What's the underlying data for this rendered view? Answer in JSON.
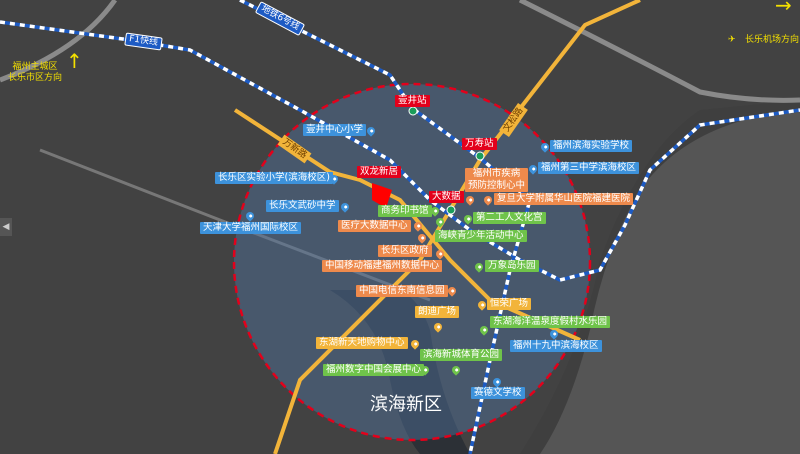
{
  "district": "滨海新区",
  "directions": {
    "main_city": [
      "福州主城区",
      "长乐市区方向"
    ],
    "airport": "长乐机场方向"
  },
  "transit_lines": {
    "f1": "F1快线",
    "metro6": "地铁6号线"
  },
  "roads": {
    "wanxin": "万新路",
    "wensong": "文松路"
  },
  "stations": {
    "yijing": "壹井站",
    "wanshou": "万寿站",
    "shuanglong": "双龙新居",
    "dashuju": "大数据"
  },
  "schools": [
    "壹井中心小学",
    "长乐区实验小学(滨海校区)",
    "长乐文武砂中学",
    "天津大学福州国际校区",
    "福州滨海实验学校",
    "福州第三中学滨海校区",
    "福州十九中滨海校区",
    "赛德文学校"
  ],
  "institutions": [
    "福州市疾病",
    "预防控制心中",
    "复旦大学附属华山医院福建医院",
    "医疗大数据中心",
    "长乐区政府",
    "中国移动福建福州数据中心",
    "中国电信东南信息园"
  ],
  "leisure": [
    "商务印书馆",
    "第二工人文化宫",
    "海峡青少年活动中心",
    "万象岛乐园",
    "东湖海洋温泉度假村水乐园",
    "滨海新城体育公园",
    "福州数字中国会展中心"
  ],
  "commerce": [
    "恒荣广场",
    "朗迪广场",
    "东湖新天地购物中心"
  ],
  "colors": {
    "school": "#3d92db",
    "institution": "#ee8a4c",
    "leisure": "#6fc34a",
    "commerce": "#f2b43a",
    "station": "#e3001b",
    "boundary": "#e3001b",
    "road": "#f2b43a",
    "metro": "#1d5bc4"
  }
}
